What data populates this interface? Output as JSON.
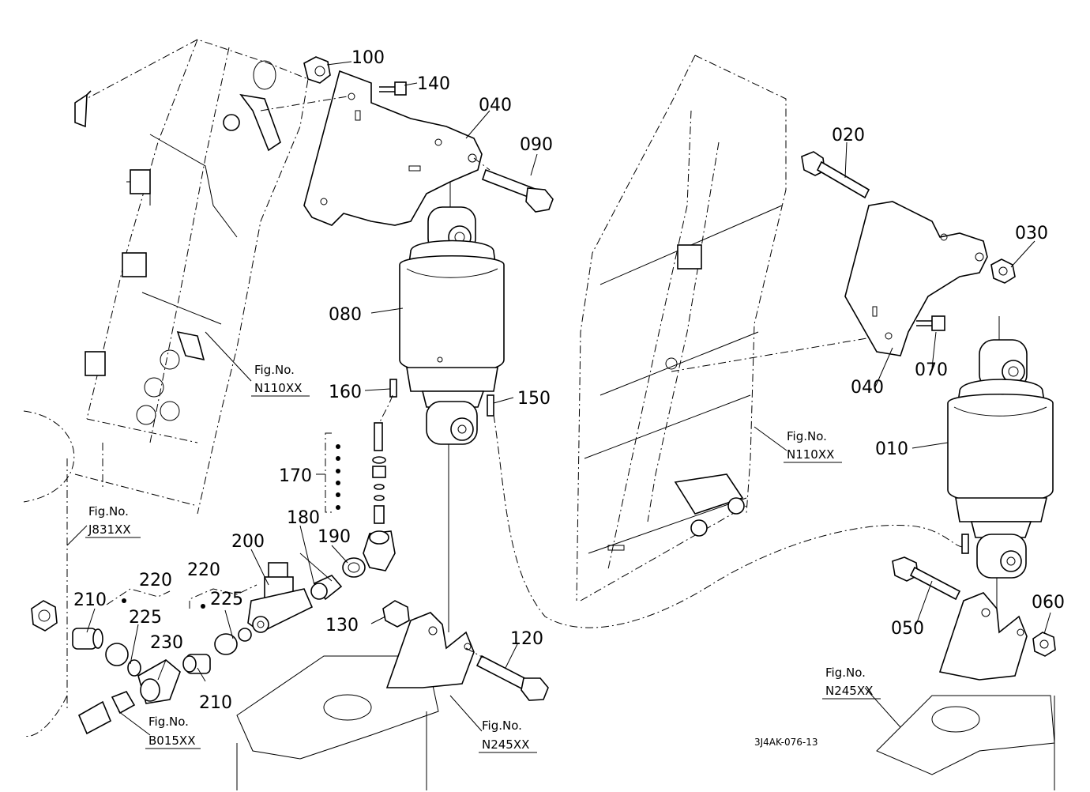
{
  "callouts": {
    "c100": "100",
    "c140": "140",
    "c040a": "040",
    "c090": "090",
    "c080": "080",
    "c160": "160",
    "c150": "150",
    "c170": "170",
    "c180": "180",
    "c190": "190",
    "c200": "200",
    "c220a": "220",
    "c220b": "220",
    "c210a": "210",
    "c225a": "225",
    "c225b": "225",
    "c230": "230",
    "c210b": "210",
    "c130": "130",
    "c120": "120",
    "c020": "020",
    "c030": "030",
    "c070": "070",
    "c040b": "040",
    "c010": "010",
    "c050": "050",
    "c060": "060"
  },
  "figrefs": {
    "n110_left": {
      "line1": "Fig.No.",
      "line2": "N110XX"
    },
    "n110_right": {
      "line1": "Fig.No.",
      "line2": "N110XX"
    },
    "j831": {
      "line1": "Fig.No.",
      "line2": "J831XX"
    },
    "b015": {
      "line1": "Fig.No.",
      "line2": "B015XX"
    },
    "n245_mid": {
      "line1": "Fig.No.",
      "line2": "N245XX"
    },
    "n245_right": {
      "line1": "Fig.No.",
      "line2": "N245XX"
    }
  },
  "drawing_code": "3J4AK-076-13"
}
